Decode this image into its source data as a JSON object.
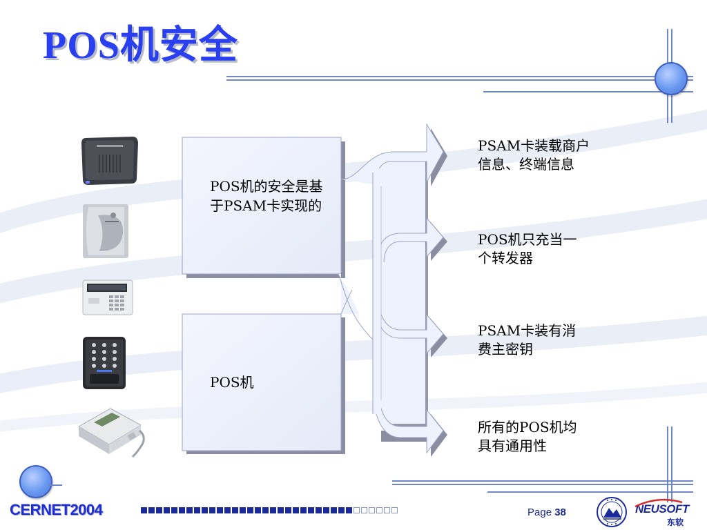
{
  "slide": {
    "title": "POS机安全"
  },
  "diagram": {
    "source_boxes": [
      {
        "lines": [
          "POS机的安全是基",
          "于PSAM卡实现的"
        ]
      },
      {
        "lines": [
          "POS机"
        ]
      }
    ],
    "outputs": [
      {
        "lines": [
          "PSAM卡装载商户",
          "信息、终端信息"
        ]
      },
      {
        "lines": [
          "POS机只充当一",
          "个转发器"
        ]
      },
      {
        "lines": [
          "PSAM卡装有消",
          "费主密钥"
        ]
      },
      {
        "lines": [
          "所有的POS机均",
          "具有通用性"
        ]
      }
    ]
  },
  "devices": [
    "card-reader-dark",
    "card-reader-silver",
    "pos-terminal-display",
    "keypad-access-reader",
    "reader-module-cabled"
  ],
  "footer": {
    "brand": "CERNET2004",
    "progress": {
      "filled": 28,
      "total": 34
    },
    "page_label": "Page",
    "page_number": "38",
    "logo_text": "NEUSOFT",
    "logo_cn": "东软"
  },
  "colors": {
    "title": "#2a3ff0",
    "accent": "#1b2a9a",
    "box_fill": "#eef2fc",
    "arrow_edge": "#8a8ea0"
  }
}
